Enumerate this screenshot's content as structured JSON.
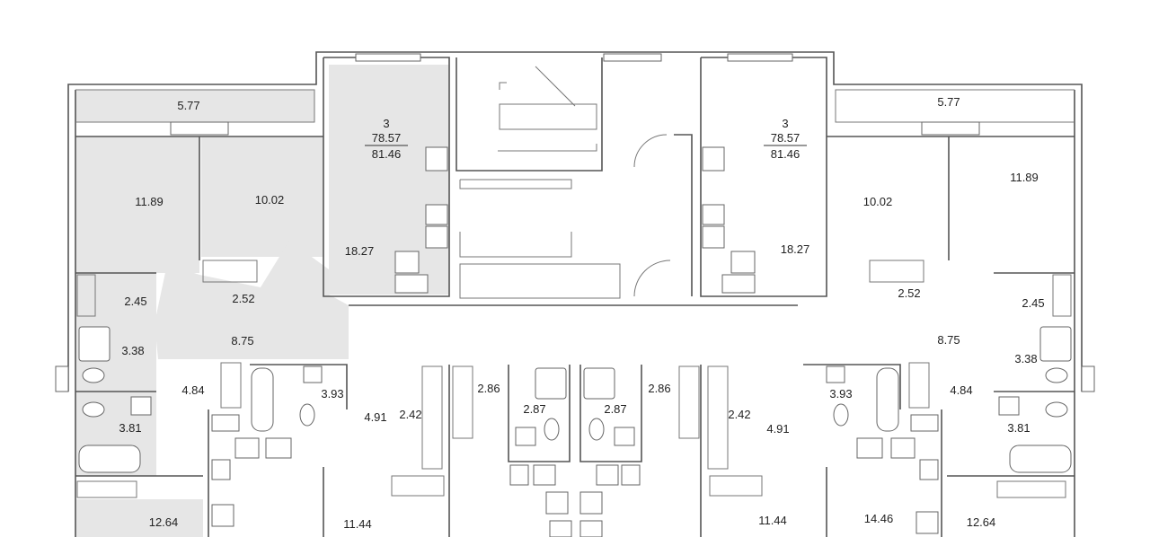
{
  "floorplan": {
    "colors": {
      "highlight": "#e6e6e6",
      "wall": "#555555",
      "background": "#ffffff"
    },
    "apartments": {
      "left": {
        "rooms": "3",
        "living_area": "78.57",
        "total_area": "81.46"
      },
      "right": {
        "rooms": "3",
        "living_area": "78.57",
        "total_area": "81.46"
      }
    },
    "room_areas": {
      "balcony_left": "5.77",
      "balcony_right": "5.77",
      "bedroom_left_a": "11.89",
      "bedroom_left_b": "10.02",
      "kitchen_left": "18.27",
      "wardrobe_left": "2.52",
      "storage_left": "2.45",
      "bath_left_a": "3.38",
      "hall_left": "8.75",
      "corridor_left": "4.84",
      "bath_left_b": "3.81",
      "room_left_bottom": "12.64",
      "bath_c": "3.93",
      "hall_c": "4.91",
      "closet_c": "2.42",
      "room_c": "11.44",
      "closet_d": "2.86",
      "bath_d": "2.87",
      "bath_e": "2.87",
      "closet_e": "2.86",
      "closet_f": "2.42",
      "hall_f": "4.91",
      "room_f": "11.44",
      "bath_f": "3.93",
      "room_g": "14.46",
      "corridor_right": "4.84",
      "bath_right_a": "3.38",
      "bath_right_b": "3.81",
      "room_right_bottom": "12.64",
      "kitchen_right": "18.27",
      "bedroom_right_b": "10.02",
      "bedroom_right_a": "11.89",
      "wardrobe_right": "2.52",
      "storage_right": "2.45",
      "hall_right": "8.75"
    }
  }
}
